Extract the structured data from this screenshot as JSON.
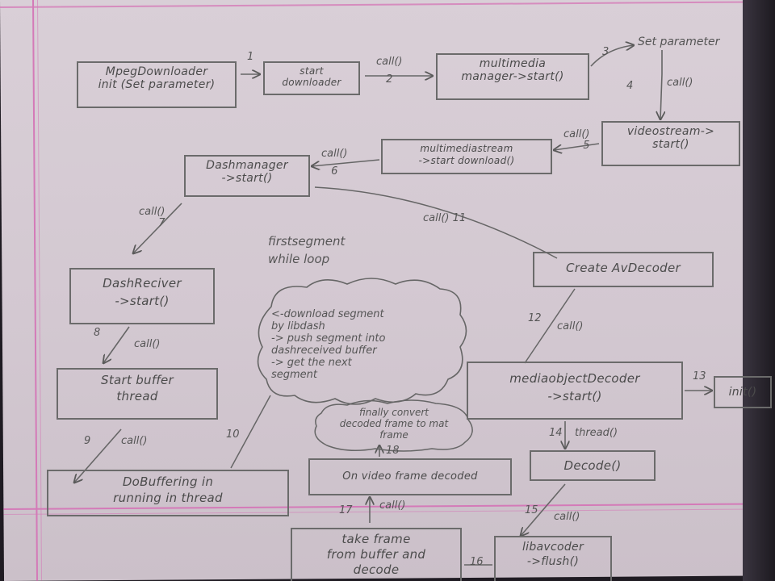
{
  "nodes": {
    "mpeg_downloader": "MpegDownloader\ninit (Set parameter)",
    "start_downloader": "start\ndownloader",
    "multimedia_manager": "multimedia\nmanager->start()",
    "set_parameter": "Set parameter",
    "videostream": "videostream->\nstart()",
    "multimediastream": "multimediastream\n->start download()",
    "dash_manager": "Dashmanager\n->start()",
    "dash_receiver": "DashReciver\n->start()",
    "start_buffer": "Start buffer\nthread",
    "do_buffering": "DoBuffering in\nrunning in thread",
    "create_avdecoder": "Create AvDecoder",
    "mediaobject_decoder": "mediaobjectDecoder\n->start()",
    "init": "init()",
    "decode": "Decode()",
    "on_video_frame": "On video frame decoded",
    "finally_convert": "finally convert\ndecoded frame to mat\nframe",
    "take_frame": "take frame\nfrom buffer and\ndecode",
    "libavcoder": "libavcoder\n->flush()"
  },
  "cloud_text": "<-download segment\n      by libdash\n-> push segment into\n   dashreceived buffer\n-> get the next\n              segment",
  "loop_label": "firstsegment\nwhile loop",
  "edge_labels": {
    "e1": "1",
    "e2": "call()\n2",
    "e3": "3",
    "e4": "4",
    "e4call": "call()",
    "e5": "call()\n5",
    "e6": "call()\n6",
    "e7": "call()\n7",
    "e8": "8",
    "e8call": "call()",
    "e9": "9",
    "e9call": "call()",
    "e10": "10",
    "e11": "call()       11",
    "e12": "12",
    "e12call": "call()",
    "e13": "13",
    "e14": "14",
    "e14call": "thread()",
    "e15": "15",
    "e15call": "call()",
    "e16": "16",
    "e17": "17",
    "e17call": "call()",
    "e18": "18"
  },
  "colors": {
    "paper": "#d6ccd4",
    "ink": "#5a5a5a",
    "margin": "#d47ab8"
  }
}
